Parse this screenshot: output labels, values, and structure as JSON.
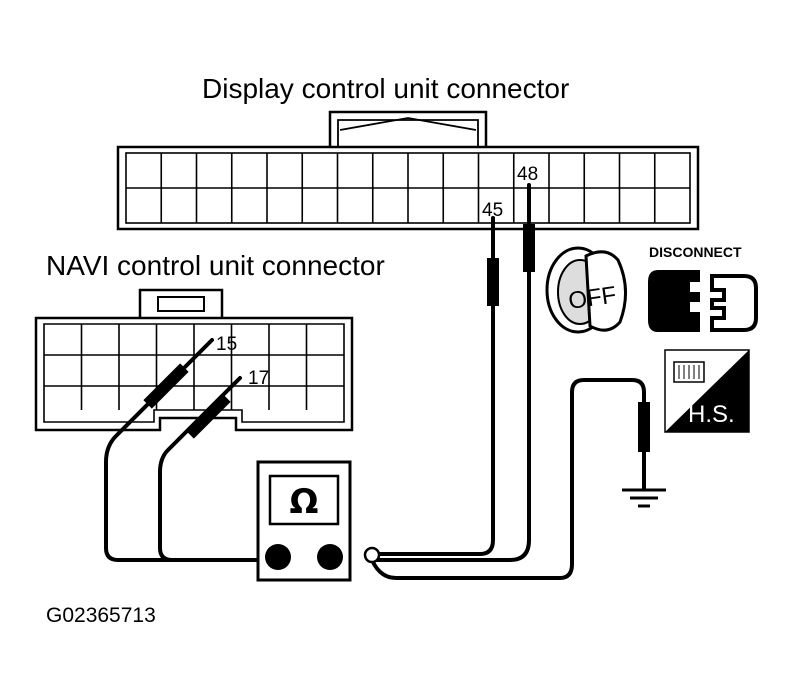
{
  "labels": {
    "display_connector": "Display control unit connector",
    "navi_connector": "NAVI control unit connector",
    "figure_code": "G02365713"
  },
  "pins": {
    "display_a": "45",
    "display_b": "48",
    "navi_a": "15",
    "navi_b": "17"
  },
  "meter": {
    "symbol": "Ω"
  },
  "icons": {
    "ignition": "ignition-off-icon",
    "ignition_text": "OFF",
    "disconnect": "disconnect-icon",
    "disconnect_text": "DISCONNECT",
    "harness_side": "harness-side-icon",
    "harness_side_text": "H.S.",
    "ground": "ground-icon"
  }
}
